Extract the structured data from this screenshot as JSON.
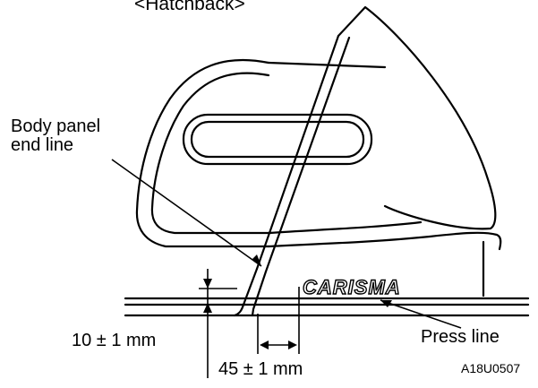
{
  "diagram": {
    "title": "<Hatchback>",
    "body_panel_label_line1": "Body panel",
    "body_panel_label_line2": "end line",
    "badge": "CARISMA",
    "dim_vertical": "10 ± 1 mm",
    "dim_horizontal": "45 ± 1 mm",
    "press_line_label": "Press line",
    "figure_code": "A18U0507"
  }
}
